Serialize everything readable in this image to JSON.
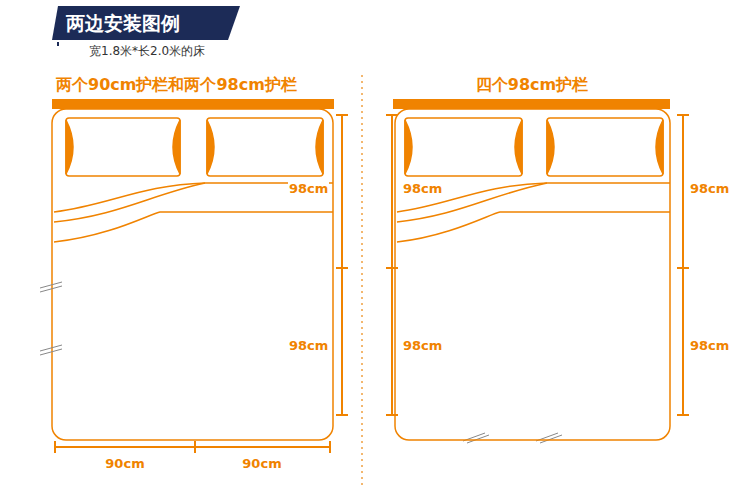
{
  "diagram": {
    "title": "两边安装图例",
    "labels": [
      "宽1.8米*长2.0米的床",
      "两个90cm护栏和两个98cm护栏",
      "98cm",
      "98cm",
      "90cm",
      "90cm",
      "四个98cm护栏",
      "98cm",
      "98cm",
      "98cm",
      "98cm"
    ]
  }
}
